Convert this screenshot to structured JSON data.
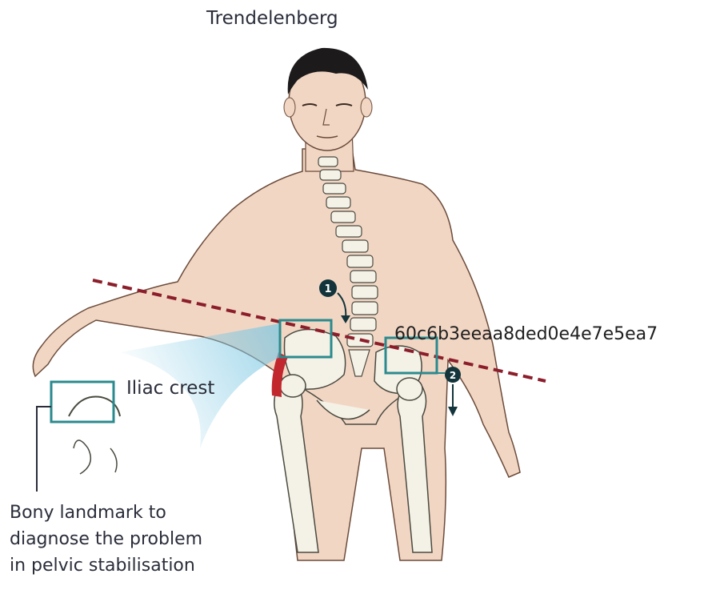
{
  "title": "Trendelenberg",
  "callout_label": "Iliac crest",
  "note_lines": [
    "Bony landmark to",
    "diagnose the problem",
    "in pelvic stabilisation"
  ],
  "overlay_code": "60c6b3eeaa8ded0e4e7e5ea7",
  "markers": {
    "one": "1",
    "two": "2"
  },
  "colors": {
    "skin": "#f2d6c4",
    "skin_outline": "#6b4b3a",
    "bone": "#f4f1e6",
    "bone_outline": "#4a4a40",
    "highlight_box": "#2b8a8e",
    "dashed_line": "#8b1e2a",
    "callout_fill": "#7ec8e3",
    "marker": "#12343a",
    "hair": "#1c1a1a"
  }
}
